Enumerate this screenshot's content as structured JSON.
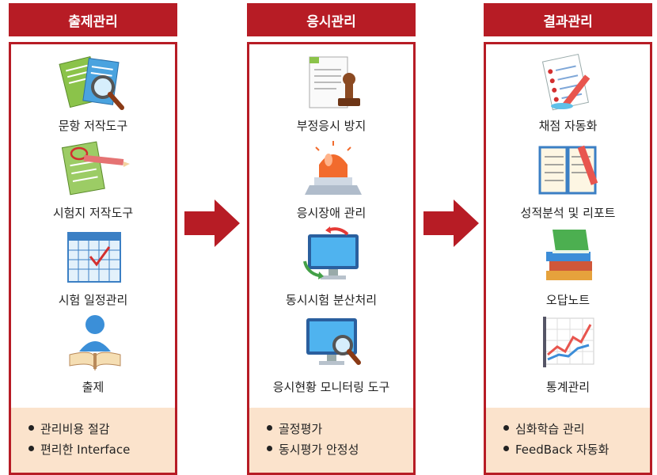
{
  "columns": [
    {
      "title": "출제관리",
      "items": [
        {
          "label": "문항 저작도구",
          "icon": "documents-magnifier-icon"
        },
        {
          "label": "시험지 저작도구",
          "icon": "paper-pencil-icon"
        },
        {
          "label": "시험 일정관리",
          "icon": "calendar-icon"
        },
        {
          "label": "출제",
          "icon": "person-book-icon"
        }
      ],
      "bullets": [
        "관리비용 절감",
        "편리한 Interface"
      ]
    },
    {
      "title": "응시관리",
      "items": [
        {
          "label": "부정응시 방지",
          "icon": "document-stamp-icon"
        },
        {
          "label": "응시장애 관리",
          "icon": "siren-light-icon"
        },
        {
          "label": "동시시험 분산처리",
          "icon": "monitor-refresh-icon"
        },
        {
          "label": "응시현황 모니터링 도구",
          "icon": "monitor-magnifier-icon"
        }
      ],
      "bullets": [
        "골정평가",
        "동시평가 안정성"
      ]
    },
    {
      "title": "결과관리",
      "items": [
        {
          "label": "채점 자동화",
          "icon": "checklist-pencil-icon"
        },
        {
          "label": "성적분석 및 리포트",
          "icon": "notebook-pen-icon"
        },
        {
          "label": "오답노트",
          "icon": "books-stack-icon"
        },
        {
          "label": "통계관리",
          "icon": "line-chart-icon"
        }
      ],
      "bullets": [
        "심화학습 관리",
        "FeedBack 자동화"
      ]
    }
  ],
  "colors": {
    "accent": "#b71c25",
    "footer_bg": "#fbe3cc"
  }
}
